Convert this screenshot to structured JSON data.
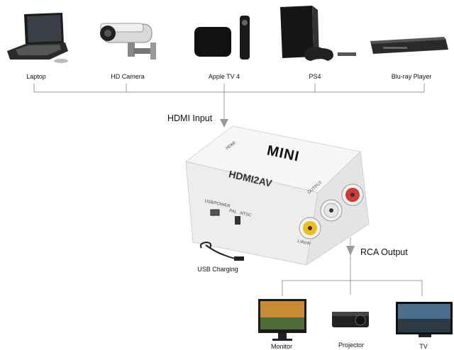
{
  "sources": [
    {
      "label": "Laptop",
      "icon": "laptop-icon"
    },
    {
      "label": "HD Camera",
      "icon": "camera-icon"
    },
    {
      "label": "Apple TV 4",
      "icon": "apple-tv-icon"
    },
    {
      "label": "PS4",
      "icon": "ps4-icon"
    },
    {
      "label": "Blu-ray Player",
      "icon": "bluray-player-icon"
    }
  ],
  "hdmi_input_label": "HDMI Input",
  "device": {
    "brand": "MINI",
    "model": "HDMI2AV",
    "side_label": "HDMI",
    "output_label": "OUTPUT",
    "power_label": "USB/POWER",
    "pal_label": "PAL",
    "ntsc_label": "NTSC",
    "av_label": "L/AV/R"
  },
  "usb_charging_label": "USB Charging",
  "rca_output_label": "RCA Output",
  "outputs": [
    {
      "label": "Monitor",
      "icon": "monitor-icon"
    },
    {
      "label": "Projector",
      "icon": "projector-icon"
    },
    {
      "label": "TV",
      "icon": "tv-icon"
    }
  ],
  "colors": {
    "connector_line": "#9a9a9a",
    "rca_yellow": "#e8c21a",
    "rca_white": "#e6e6e6",
    "rca_red": "#d23a3a"
  }
}
